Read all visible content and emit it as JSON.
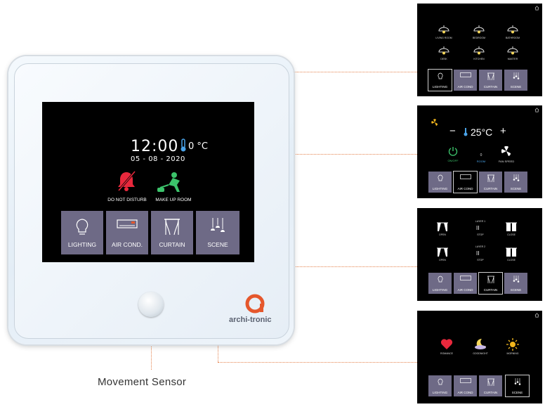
{
  "main": {
    "time": "12:00",
    "temperature": "0 °C",
    "date": "05 - 08 - 2020",
    "status": [
      {
        "label": "DO NOT DISTURB",
        "icon": "bell-off-icon",
        "color": "#e8283c"
      },
      {
        "label": "MAKE UP ROOM",
        "icon": "vacuum-cleaner-icon",
        "color": "#3cc36b"
      }
    ],
    "tiles": [
      "LIGHTING",
      "AIR COND.",
      "CURTAIN",
      "SCENE"
    ],
    "brand": "archi-tronic",
    "accent": "#e5572c",
    "tile_color": "#6e6a86"
  },
  "sensor_label": "Movement Sensor",
  "panels": {
    "lighting": {
      "rooms": [
        "LIVING ROOM",
        "BEDROOM",
        "BATHROOM",
        "DESK",
        "KITCHEN",
        "MASTER"
      ],
      "tiles": [
        "LIGHTING",
        "AIR COND",
        "CURTAIN",
        "SCENE"
      ],
      "selected": "LIGHTING"
    },
    "aircon": {
      "minus": "−",
      "plus": "+",
      "setpoint": "25°C",
      "onoff": "ON/OFF",
      "room_value": "0",
      "room": "ROOM",
      "fan_speed": "FAN SPEED",
      "tiles": [
        "LIGHTING",
        "AIR COND",
        "CURTAIN",
        "SCENE"
      ],
      "selected": "AIR COND"
    },
    "curtain": {
      "layer1": "LAYER 1",
      "layer2": "LAYER 2",
      "open": "OPEN",
      "stop": "STOP",
      "close": "CLOSE",
      "stop_glyph": "II",
      "tiles": [
        "LIGHTING",
        "AIR COND",
        "CURTAIN",
        "SCENE"
      ],
      "selected": "CURTAIN"
    },
    "scene": {
      "scenes": [
        {
          "label": "ROMANCE",
          "icon": "heart-icon",
          "color": "#e8283c"
        },
        {
          "label": "GOODNIGHT",
          "icon": "moon-icon",
          "color": "#f4d65a"
        },
        {
          "label": "MORNING",
          "icon": "sun-icon",
          "color": "#f1b51c"
        }
      ],
      "tiles": [
        "LIGHTING",
        "AIR COND",
        "CURTAIN",
        "SCENE"
      ],
      "selected": "SCENE"
    }
  }
}
